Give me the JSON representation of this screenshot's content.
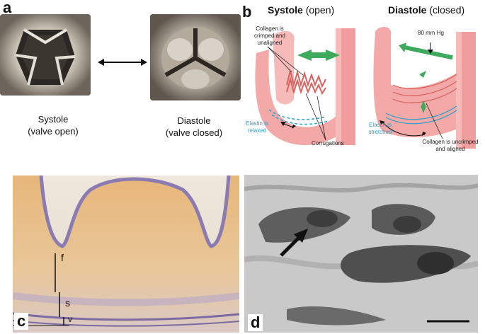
{
  "panels": {
    "a": {
      "letter": "a",
      "left_caption": [
        "Systole",
        "(valve open)"
      ],
      "right_caption": [
        "Diastole",
        "(valve closed)"
      ]
    },
    "b": {
      "letter": "b",
      "systole_title_bold": "Systole",
      "systole_title_rest": " (open)",
      "diastole_title_bold": "Diastole",
      "diastole_title_rest": " (closed)",
      "collagen_crimped": [
        "Collagen is",
        "crimped and",
        "unaligned"
      ],
      "pressure": "80 mm Hg",
      "elastin_relaxed": [
        "Elastin is",
        "relaxed"
      ],
      "corrugations": "Corrugations",
      "elastin_stretched": [
        "Elastin is",
        "stretched"
      ],
      "collagen_uncrimped": [
        "Collagen is uncrimped",
        "and aligned"
      ]
    },
    "c": {
      "letter": "c",
      "layer_f": "f",
      "layer_s": "s",
      "layer_v": "v"
    },
    "d": {
      "letter": "d"
    }
  },
  "colors": {
    "tissue_pink": "#f3a9a8",
    "tissue_dark": "#e98d8c",
    "arrow_green": "#3daa5c",
    "elastin_blue": "#2a9fc9",
    "histology_orange": "#e0b47a",
    "histology_purple": "#8a7bb0"
  }
}
